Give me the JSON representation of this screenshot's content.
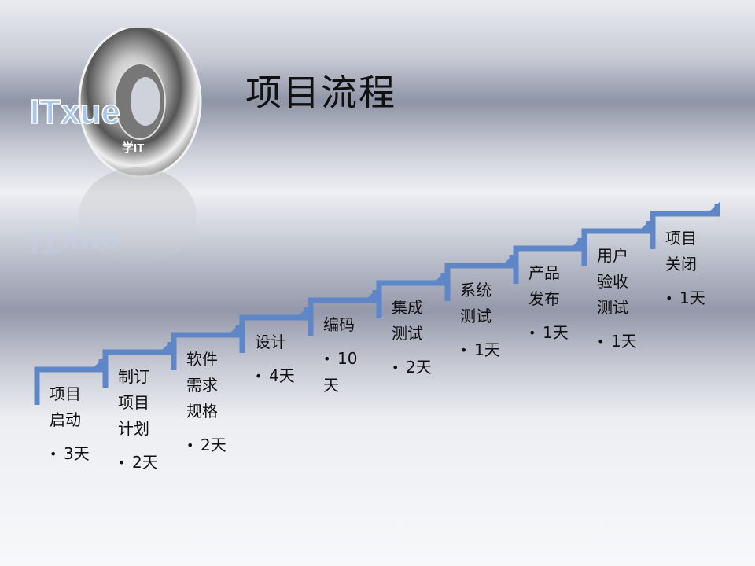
{
  "slide": {
    "title": "项目流程",
    "logo": {
      "text": "ITxue",
      "subtext": "学IT"
    },
    "accent_color": "#5f86c6",
    "steps": [
      {
        "label": "项目\n启动",
        "duration": "3天"
      },
      {
        "label": "制订\n项目\n计划",
        "duration": "2天"
      },
      {
        "label": "软件\n需求\n规格",
        "duration": "2天"
      },
      {
        "label": "设计",
        "duration": "4天"
      },
      {
        "label": "编码",
        "duration": "10\n天"
      },
      {
        "label": "集成\n测试",
        "duration": "2天"
      },
      {
        "label": "系统\n测试",
        "duration": "1天"
      },
      {
        "label": "产品\n发布",
        "duration": "1天"
      },
      {
        "label": "用户\n验收\n测试",
        "duration": "1天"
      },
      {
        "label": "项目\n关闭",
        "duration": "1天"
      }
    ]
  }
}
